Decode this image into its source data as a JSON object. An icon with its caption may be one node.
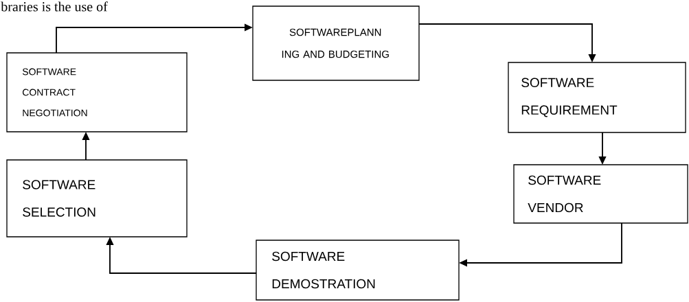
{
  "diagram": {
    "nodes": [
      {
        "text": [
          "SOFTWARE CONTRACT NEGOTIATION"
        ]
      },
      {
        "text": [
          "SOFTWAREPLANN ING AND BUDGETING"
        ]
      },
      {
        "text": [
          "SOFTWARE REQUIREMENT"
        ]
      },
      {
        "text": [
          "SOFTWARE VENDOR"
        ]
      },
      {
        "text": [
          "SOFTWARE DEMOSTRATION"
        ]
      },
      {
        "text": [
          "SOFTWARE SELECTION"
        ]
      }
    ],
    "edges": [
      {
        "from": 0,
        "to": 1,
        "arrow": "to"
      },
      {
        "from": 1,
        "to": 2,
        "arrow": "to"
      },
      {
        "from": 2,
        "to": 3,
        "arrow": "to"
      },
      {
        "from": 3,
        "to": 4,
        "arrow": "to"
      },
      {
        "from": 4,
        "to": 5,
        "arrow": "to"
      },
      {
        "from": 5,
        "to": 0,
        "arrow": "to"
      }
    ],
    "labels": [
      "braries is the use of"
    ]
  }
}
